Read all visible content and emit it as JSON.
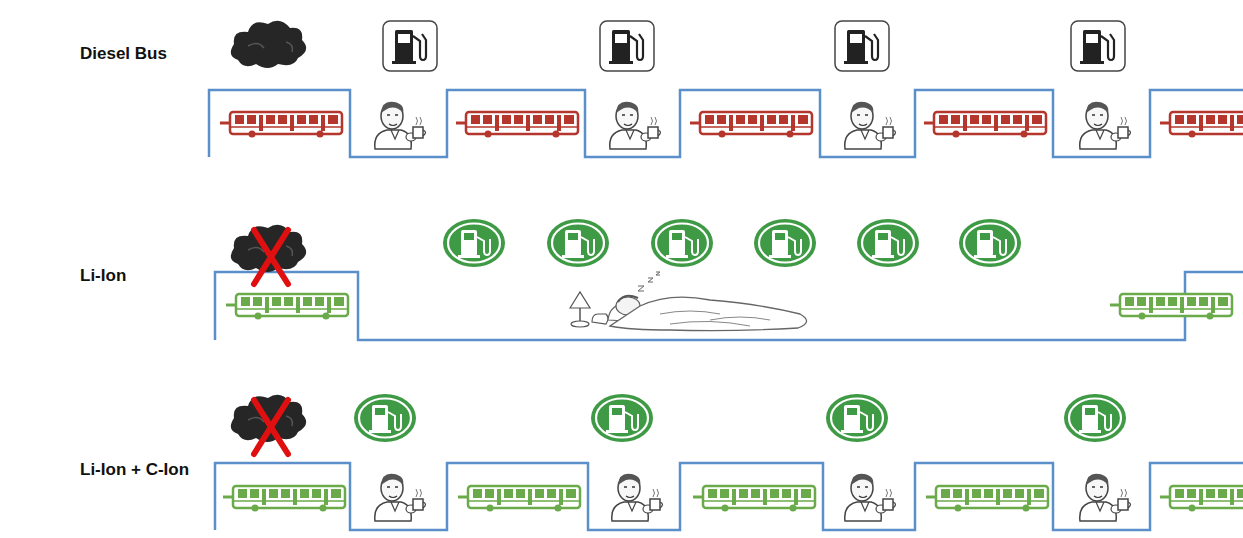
{
  "diagram": {
    "labels": [
      "Diesel Bus",
      "Li-Ion",
      "Li-Ion + C-Ion"
    ]
  }
}
